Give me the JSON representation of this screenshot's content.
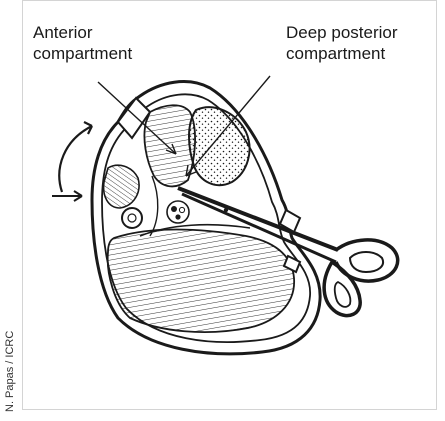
{
  "labels": {
    "anterior_line1": "Anterior",
    "anterior_line2": "compartment",
    "deep_line1": "Deep posterior",
    "deep_line2": "compartment"
  },
  "credit": "N. Papas / ICRC",
  "colors": {
    "ink": "#1a1a1a",
    "frame": "#d4d4d4",
    "background": "#ffffff"
  }
}
